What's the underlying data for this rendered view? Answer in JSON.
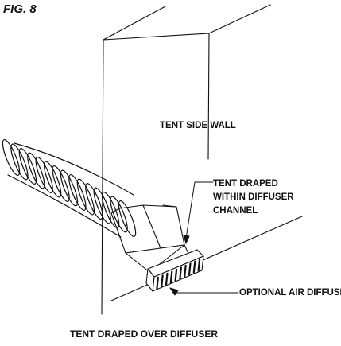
{
  "figure": {
    "title": "FIG. 8",
    "caption": "TENT DRAPED OVER DIFFUSER"
  },
  "labels": {
    "wall": "TENT SIDE WALL",
    "draped_lines": [
      "TENT DRAPED",
      "WITHIN DIFFUSER",
      "CHANNEL"
    ],
    "diffuser": "OPTIONAL AIR DIFFUSER"
  },
  "colors": {
    "ink": "#111111",
    "paper": "#ffffff"
  }
}
